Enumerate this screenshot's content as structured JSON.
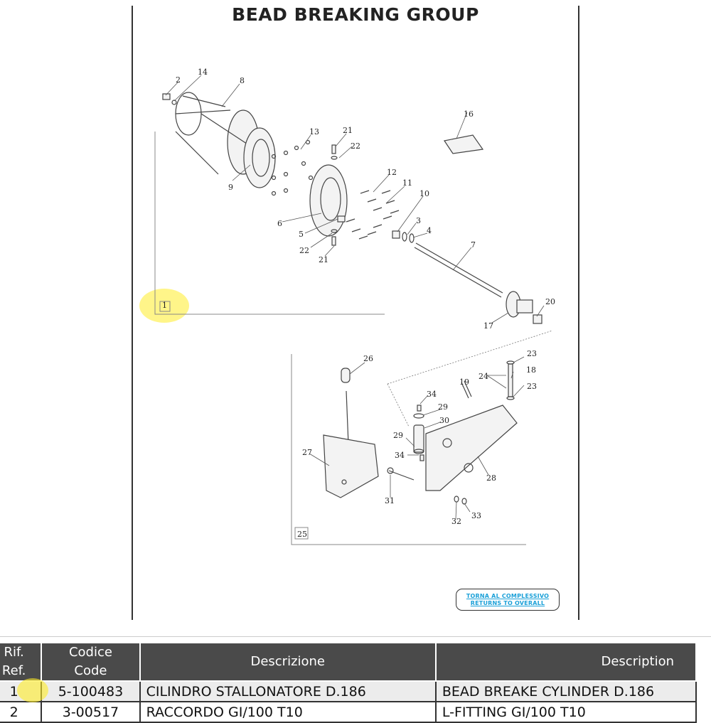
{
  "page": {
    "title": "BEAD BREAKING GROUP"
  },
  "callouts": [
    "1",
    "2",
    "3",
    "4",
    "5",
    "6",
    "7",
    "8",
    "9",
    "10",
    "11",
    "12",
    "13",
    "14",
    "16",
    "17",
    "18",
    "19",
    "20",
    "21",
    "21",
    "22",
    "22",
    "23",
    "23",
    "24",
    "25",
    "26",
    "27",
    "28",
    "29",
    "29",
    "30",
    "31",
    "32",
    "33",
    "34",
    "34"
  ],
  "return_button": {
    "line1": "TORNA AL COMPLESSIVO",
    "line2": "RETURNS TO OVERALL"
  },
  "table": {
    "headers": {
      "ref_it": "Rif.",
      "ref_en": "Ref.",
      "code_it": "Codice",
      "code_en": "Code",
      "desc_it": "Descrizione",
      "desc_en": "Description"
    },
    "rows": [
      {
        "ref": "1",
        "code": "5-100483",
        "desc_it": "CILINDRO STALLONATORE D.186",
        "desc_en": "BEAD BREAKE CYLINDER D.186"
      },
      {
        "ref": "2",
        "code": "3-00517",
        "desc_it": "RACCORDO GI/100 T10",
        "desc_en": "L-FITTING GI/100 T10"
      }
    ]
  },
  "colors": {
    "highlight": "#ffec28",
    "header_bg": "#4a4a4a",
    "link": "#1aa0d8"
  }
}
